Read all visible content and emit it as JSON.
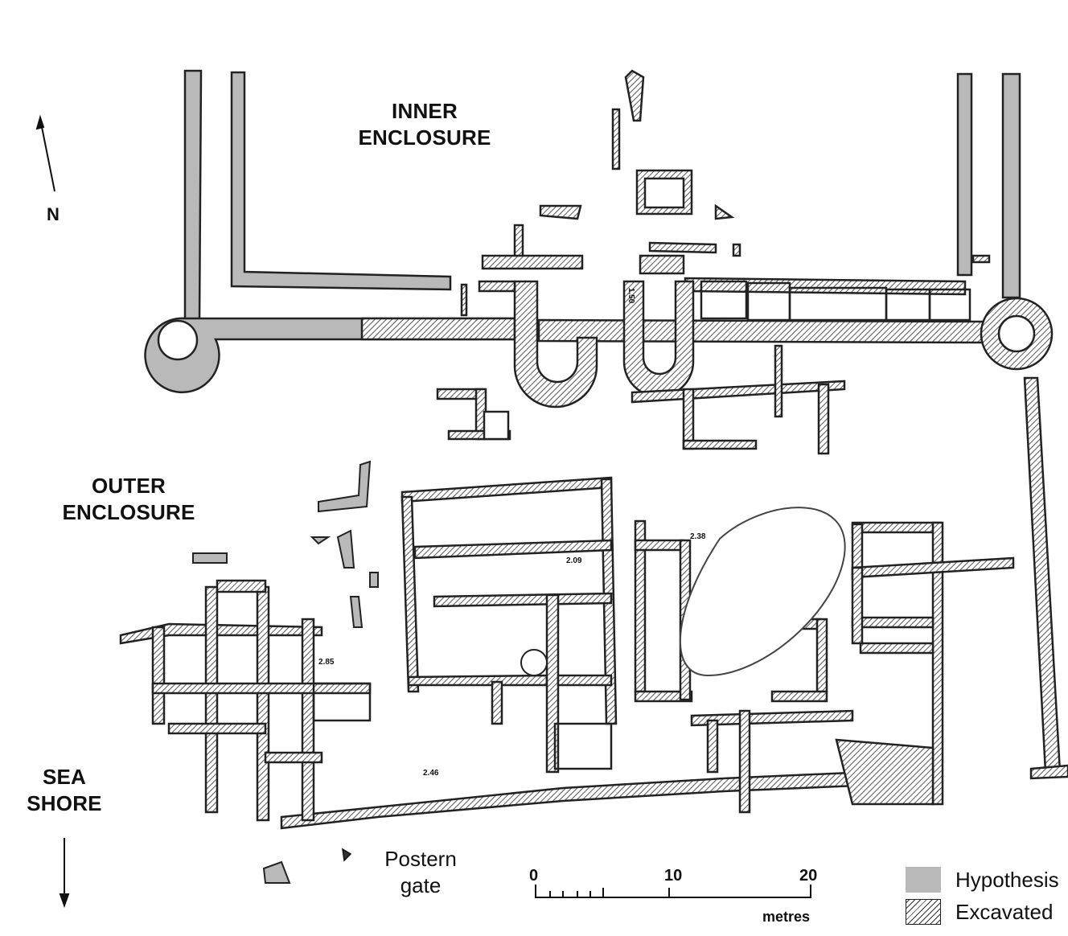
{
  "labels": {
    "inner_enclosure": [
      "INNER",
      "ENCLOSURE"
    ],
    "outer_enclosure": [
      "OUTER",
      "ENCLOSURE"
    ],
    "sea_shore": [
      "SEA",
      "SHORE"
    ],
    "north": "N",
    "postern_gate": [
      "Postern",
      "gate"
    ]
  },
  "spot_heights": [
    "1.50",
    "2.38",
    "2.09",
    "2.85",
    "2.46"
  ],
  "scale_bar": {
    "ticks": [
      "0",
      "10",
      "20"
    ],
    "unit": "metres"
  },
  "legend": {
    "items": [
      {
        "label": "Hypothesis",
        "pattern": "grey-fill",
        "color": "#b9b9b9"
      },
      {
        "label": "Excavated",
        "pattern": "hatched"
      }
    ]
  },
  "colors": {
    "wall_outline": "#222222",
    "hypothesis_fill": "#b9b9b9",
    "excavated_hatch": "#555555"
  }
}
